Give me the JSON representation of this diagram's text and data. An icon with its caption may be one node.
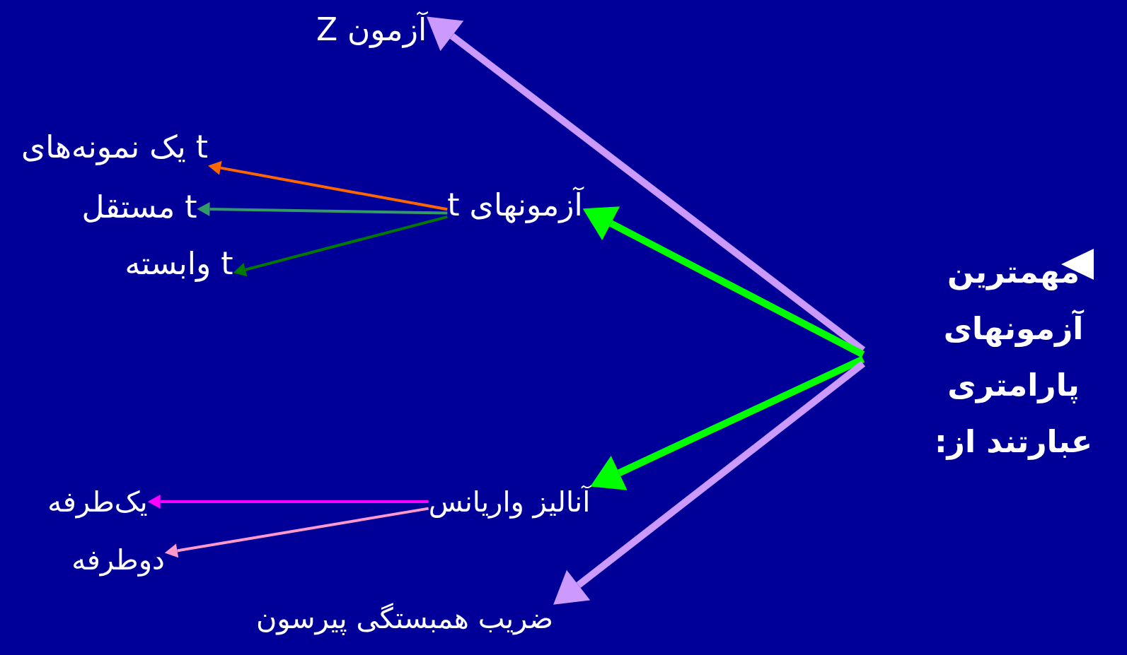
{
  "diagram": {
    "nodes": [
      {
        "text": [
          "مهمترین آزمونهای پارامتری عبارتند از:"
        ]
      },
      {
        "text": [
          "آزمون Z"
        ]
      },
      {
        "text": [
          "آزمونهای t"
        ]
      },
      {
        "text": [
          "آنالیز واریانس"
        ]
      },
      {
        "text": [
          "ضریب همبستگی پیرسون"
        ]
      },
      {
        "text": [
          "t یک نمونه‌های"
        ]
      },
      {
        "text": [
          "t مستقل"
        ]
      },
      {
        "text": [
          "t وابسته"
        ]
      },
      {
        "text": [
          "یک‌طرفه"
        ]
      },
      {
        "text": [
          "دوطرفه"
        ]
      }
    ],
    "edges": [
      {
        "from": 0,
        "to": 1,
        "arrow": "to",
        "style": "thick",
        "color": "#cc99ff"
      },
      {
        "from": 0,
        "to": 2,
        "arrow": "to",
        "style": "thick",
        "color": "#00ff00"
      },
      {
        "from": 0,
        "to": 3,
        "arrow": "to",
        "style": "thick",
        "color": "#00ff00"
      },
      {
        "from": 0,
        "to": 4,
        "arrow": "to",
        "style": "thick",
        "color": "#cc99ff"
      },
      {
        "from": 2,
        "to": 5,
        "arrow": "to",
        "color": "#ff6600"
      },
      {
        "from": 2,
        "to": 6,
        "arrow": "to",
        "color": "#339966"
      },
      {
        "from": 2,
        "to": 7,
        "arrow": "to",
        "color": "#007a00"
      },
      {
        "from": 3,
        "to": 8,
        "arrow": "to",
        "color": "#ff00ff"
      },
      {
        "from": 3,
        "to": 9,
        "arrow": "to",
        "color": "#ff99cc"
      }
    ]
  }
}
